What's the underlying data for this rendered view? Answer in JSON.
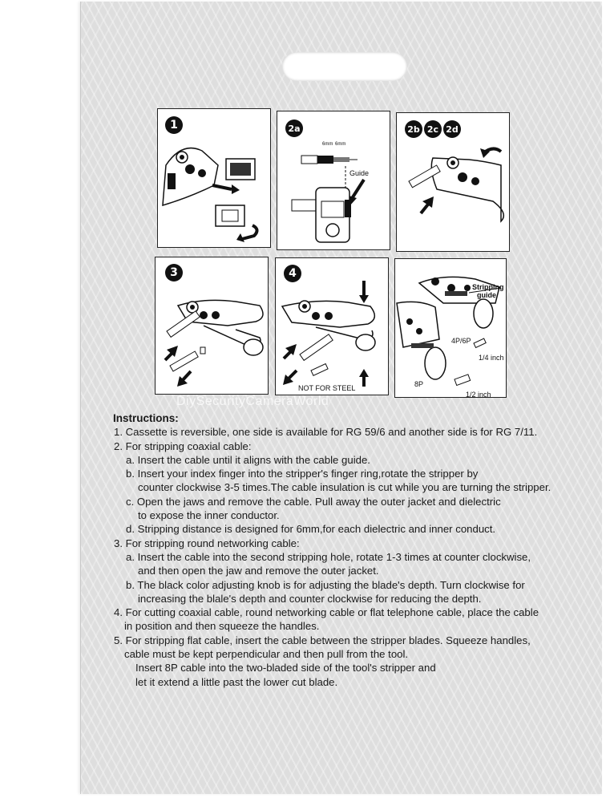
{
  "panels": {
    "p1": {
      "badge": "1"
    },
    "p2a": {
      "badge": "2a",
      "label_guide": "Guide",
      "label_dim1": "6mm",
      "label_dim2": "6mm"
    },
    "p2bcd": {
      "badges": [
        "2b",
        "2c",
        "2d"
      ]
    },
    "p3": {
      "badge": "3"
    },
    "p4": {
      "badge": "4",
      "label": "NOT FOR STEEL"
    },
    "p5": {
      "label_guide_1": "Stripping",
      "label_guide_2": "guide",
      "label_4p6p": "4P/6P",
      "label_quarter": "1/4 inch",
      "label_8p": "8P",
      "label_half": "1/2 inch"
    }
  },
  "watermark": "DiySecurityCameraWorld",
  "instructions": {
    "heading": "Instructions:",
    "lines": [
      "1. Cassette is reversible, one side is available for RG 59/6 and another side is for RG 7/11.",
      "2. For stripping coaxial cable:",
      "a. Insert the cable until it aligns with the cable guide.",
      "b. Insert your index finger into the stripper's finger ring,rotate the stripper by",
      "counter clockwise 3-5 times.The cable insulation is cut while you are turning the stripper.",
      "c. Open the jaws and remove the cable. Pull away the outer jacket and dielectric",
      "to expose the inner conductor.",
      "d. Stripping distance is designed for 6mm,for each dielectric and inner conduct.",
      "3. For stripping round networking cable:",
      "a. Insert the cable into the second stripping hole, rotate 1-3 times at counter clockwise,",
      "and then open the jaw and remove the outer jacket.",
      "b. The black color adjusting knob is for adjusting the blade's depth. Turn clockwise for",
      "increasing the blale's depth and counter clockwise for reducing the depth.",
      "4. For cutting coaxial cable, round networking cable or flat telephone cable, place the cable",
      "in position and then squeeze the handles.",
      "5. For stripping flat cable, insert the cable between the stripper blades. Squeeze handles,",
      "cable must be kept perpendicular and then pull from the tool.",
      "Insert 8P cable into the two-bladed side of the tool's stripper and",
      "let it extend a little past the lower cut blade."
    ]
  }
}
